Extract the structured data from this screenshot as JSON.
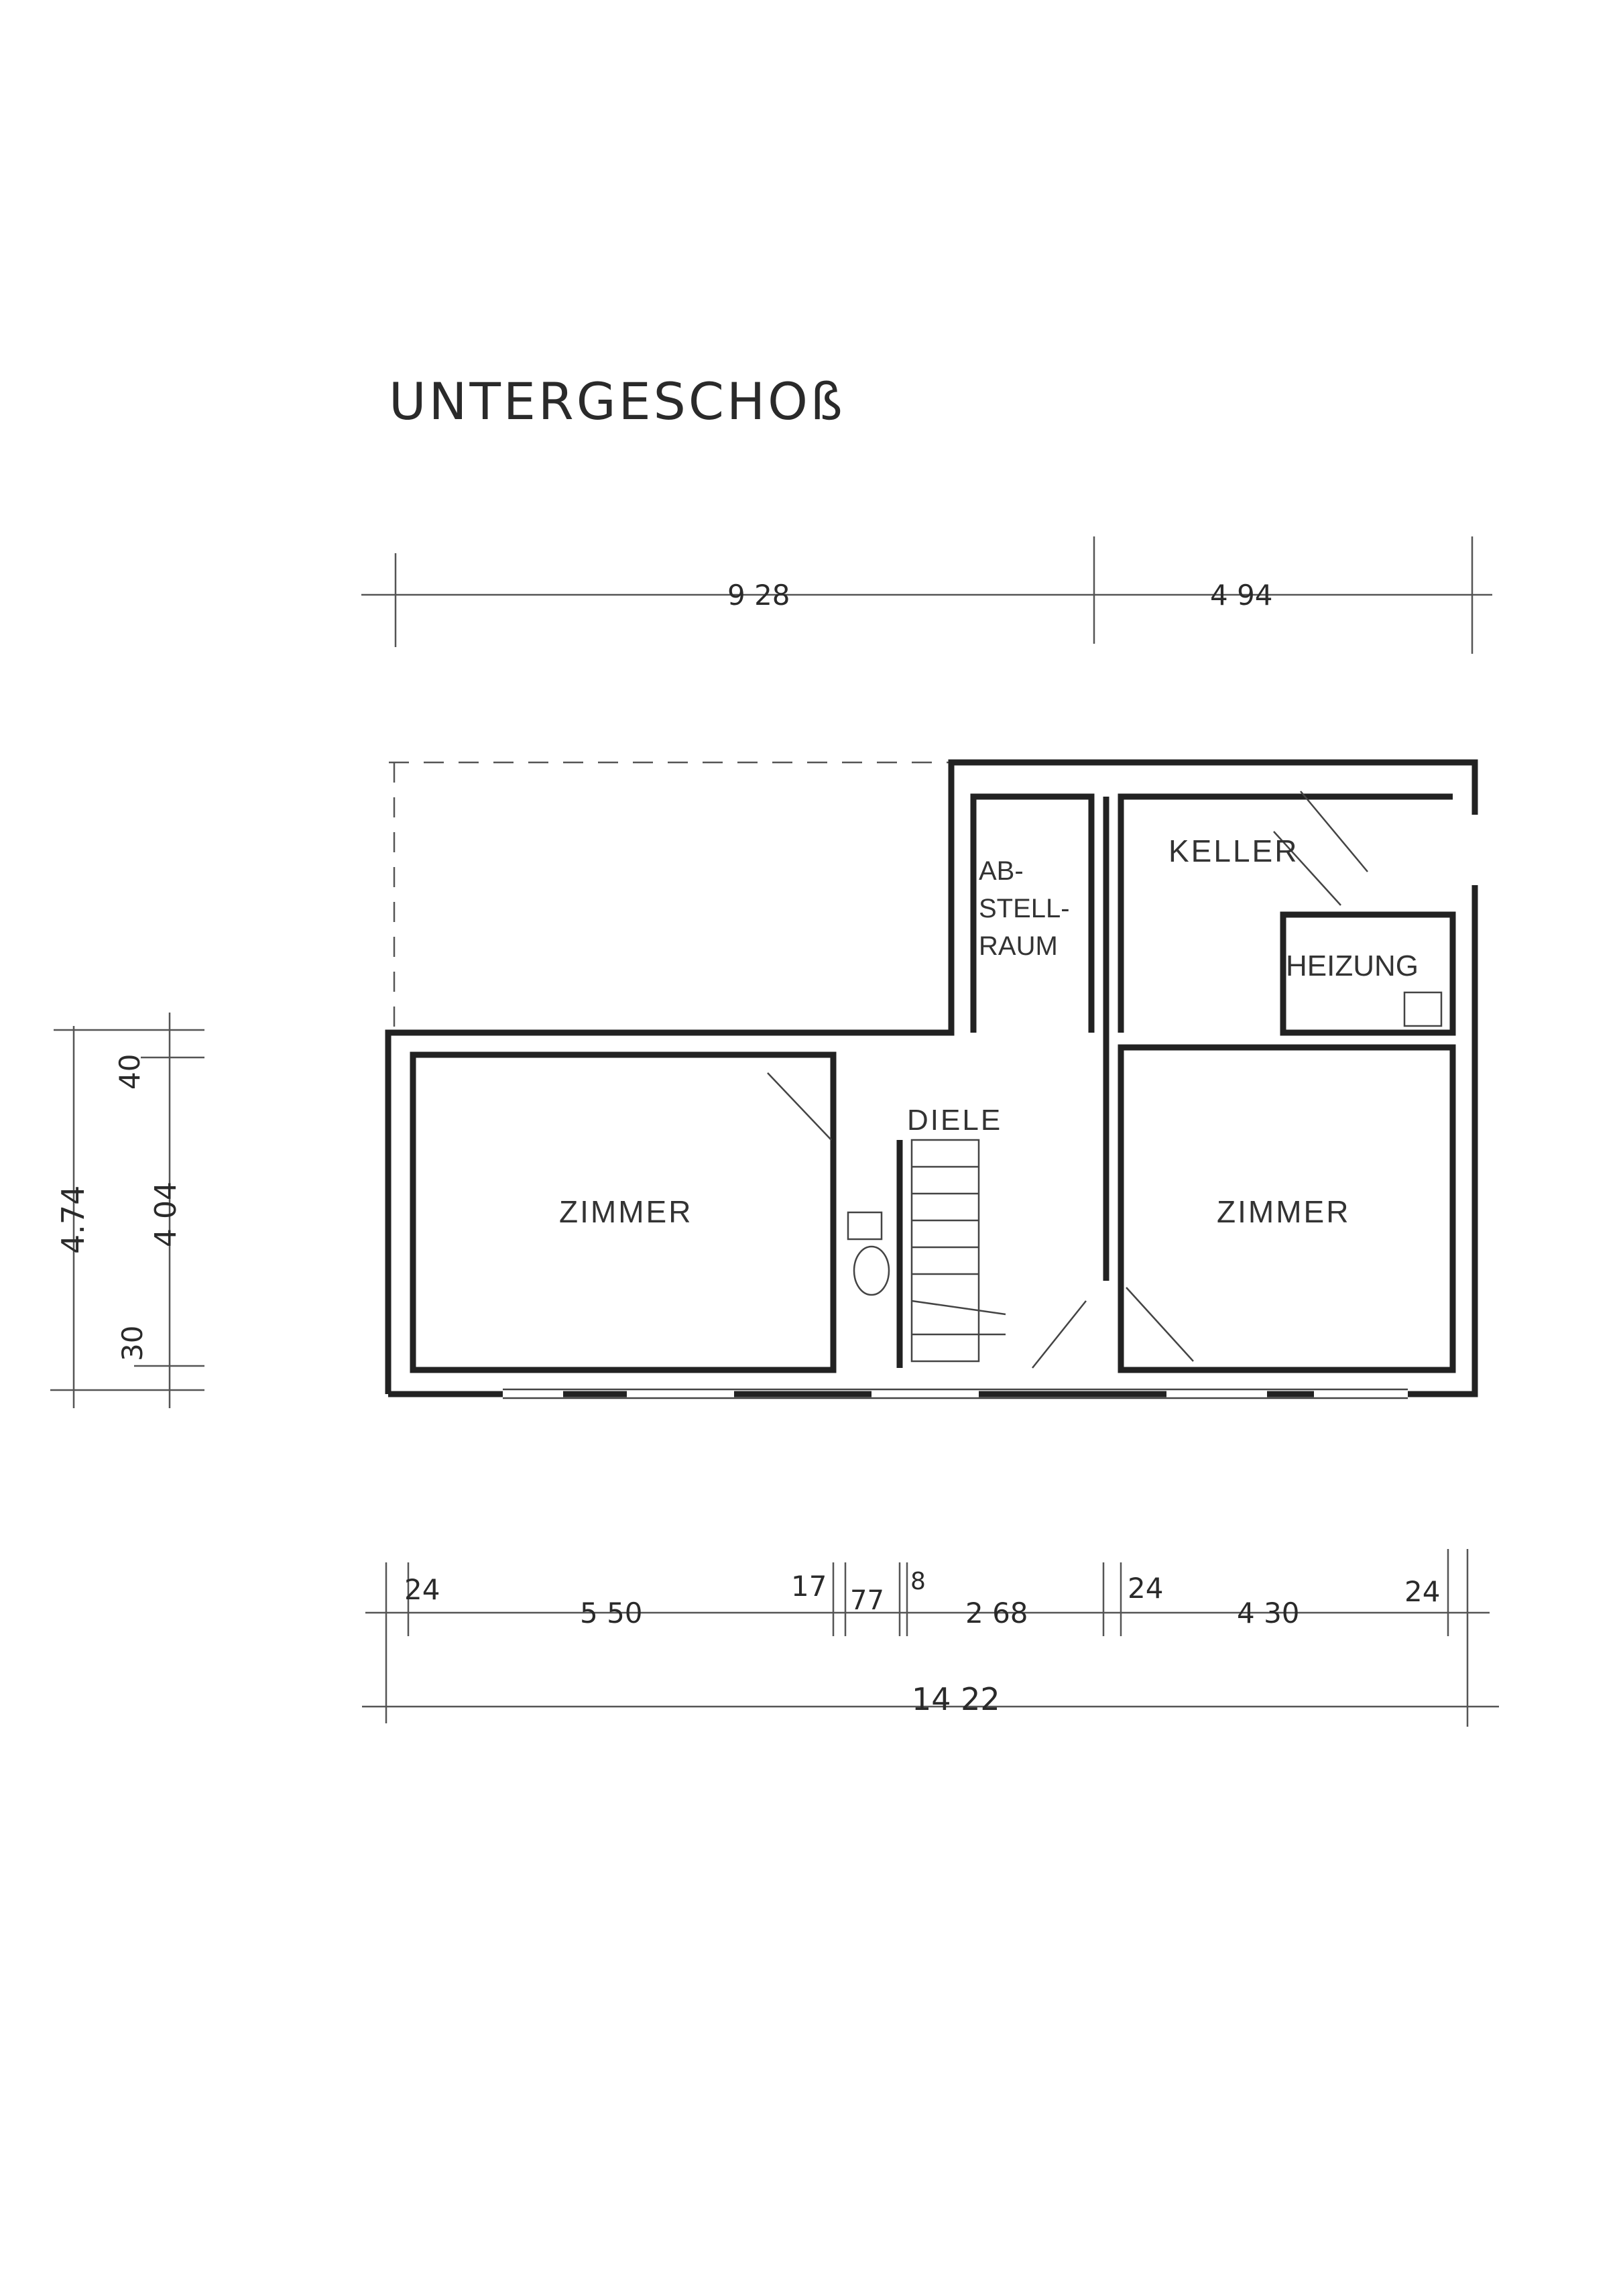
{
  "title": "UNTERGESCHOß",
  "rooms": {
    "abstellraum": [
      "AB-",
      "STELL-",
      "RAUM"
    ],
    "keller": "KELLER",
    "heizung": "HEIZUNG",
    "diele": "DIELE",
    "zimmer_left": "ZIMMER",
    "zimmer_right": "ZIMMER"
  },
  "dimensions": {
    "top": [
      "9 28",
      "4 94"
    ],
    "left_total": "4.74",
    "left_parts": [
      "40",
      "4 04",
      "30"
    ],
    "bottom_chain": [
      "24",
      "5 50",
      "17",
      "77",
      "8",
      "2 68",
      "24",
      "4 30",
      "24"
    ],
    "bottom_total": "14 22"
  }
}
